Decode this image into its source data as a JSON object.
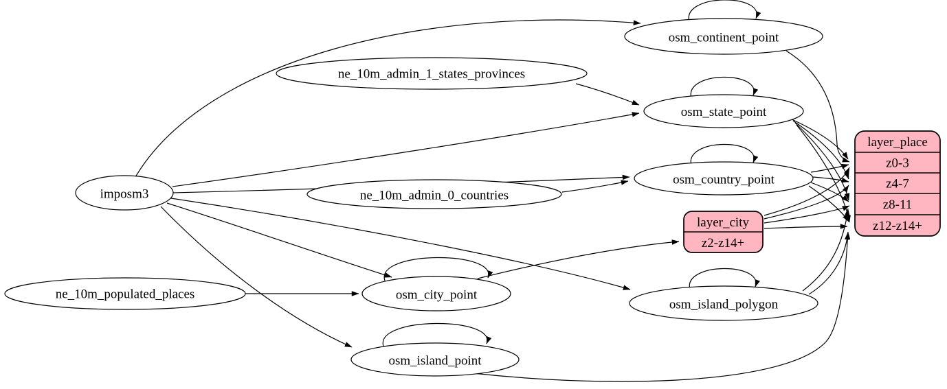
{
  "diagram": {
    "kind": "etl-dependency-graph",
    "colors": {
      "background": "#ffffff",
      "edge": "#000000",
      "node_fill": "#ffffff",
      "node_stroke": "#000000",
      "record_fill": "#ffb6c1",
      "text": "#000000"
    },
    "nodes": {
      "imposm3": {
        "label": "imposm3"
      },
      "ne_10m_admin_1_states_provinces": {
        "label": "ne_10m_admin_1_states_provinces"
      },
      "ne_10m_admin_0_countries": {
        "label": "ne_10m_admin_0_countries"
      },
      "ne_10m_populated_places": {
        "label": "ne_10m_populated_places"
      },
      "osm_continent_point": {
        "label": "osm_continent_point"
      },
      "osm_state_point": {
        "label": "osm_state_point"
      },
      "osm_country_point": {
        "label": "osm_country_point"
      },
      "osm_city_point": {
        "label": "osm_city_point"
      },
      "osm_island_polygon": {
        "label": "osm_island_polygon"
      },
      "osm_island_point": {
        "label": "osm_island_point"
      },
      "layer_city": {
        "title": "layer_city",
        "rows": [
          "z2-z14+"
        ]
      },
      "layer_place": {
        "title": "layer_place",
        "rows": [
          "z0-3",
          "z4-7",
          "z8-11",
          "z12-z14+"
        ]
      }
    },
    "edges": [
      {
        "from": "imposm3",
        "to": "osm_continent_point"
      },
      {
        "from": "imposm3",
        "to": "osm_state_point"
      },
      {
        "from": "imposm3",
        "to": "osm_country_point"
      },
      {
        "from": "imposm3",
        "to": "osm_city_point"
      },
      {
        "from": "imposm3",
        "to": "osm_island_polygon"
      },
      {
        "from": "imposm3",
        "to": "osm_island_point"
      },
      {
        "from": "ne_10m_admin_1_states_provinces",
        "to": "osm_state_point"
      },
      {
        "from": "ne_10m_admin_0_countries",
        "to": "osm_country_point"
      },
      {
        "from": "ne_10m_populated_places",
        "to": "osm_city_point"
      },
      {
        "from": "osm_continent_point",
        "to": "osm_continent_point"
      },
      {
        "from": "osm_state_point",
        "to": "osm_state_point"
      },
      {
        "from": "osm_country_point",
        "to": "osm_country_point"
      },
      {
        "from": "osm_city_point",
        "to": "osm_city_point"
      },
      {
        "from": "osm_island_polygon",
        "to": "osm_island_polygon"
      },
      {
        "from": "osm_island_point",
        "to": "osm_island_point"
      },
      {
        "from": "osm_continent_point",
        "to": "layer_place:z0-3"
      },
      {
        "from": "osm_state_point",
        "to": "layer_place:z0-3"
      },
      {
        "from": "osm_state_point",
        "to": "layer_place:z4-7"
      },
      {
        "from": "osm_state_point",
        "to": "layer_place:z8-11"
      },
      {
        "from": "osm_state_point",
        "to": "layer_place:z12-z14+"
      },
      {
        "from": "osm_country_point",
        "to": "layer_place:z0-3"
      },
      {
        "from": "osm_country_point",
        "to": "layer_place:z4-7"
      },
      {
        "from": "osm_country_point",
        "to": "layer_place:z8-11"
      },
      {
        "from": "osm_country_point",
        "to": "layer_place:z12-z14+"
      },
      {
        "from": "osm_city_point",
        "to": "layer_city:z2-z14+"
      },
      {
        "from": "layer_city",
        "to": "layer_place:z0-3"
      },
      {
        "from": "layer_city",
        "to": "layer_place:z4-7"
      },
      {
        "from": "layer_city",
        "to": "layer_place:z8-11"
      },
      {
        "from": "layer_city",
        "to": "layer_place:z12-z14+"
      },
      {
        "from": "osm_island_polygon",
        "to": "layer_place:z8-11"
      },
      {
        "from": "osm_island_polygon",
        "to": "layer_place:z12-z14+"
      },
      {
        "from": "osm_island_point",
        "to": "layer_place:z12-z14+"
      }
    ]
  }
}
